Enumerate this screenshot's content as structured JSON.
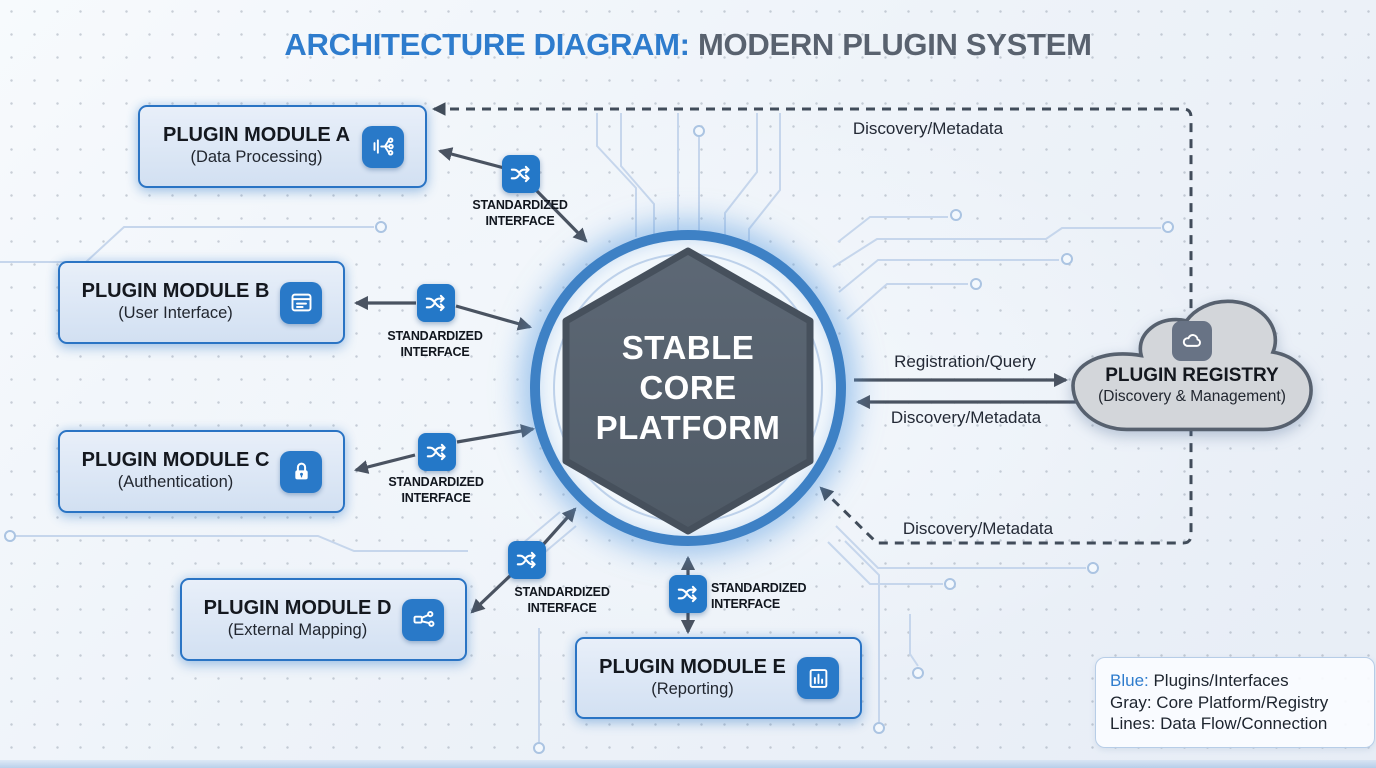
{
  "title": {
    "highlight": "ARCHITECTURE DIAGRAM:",
    "rest": " MODERN PLUGIN SYSTEM"
  },
  "core": {
    "name": "STABLE CORE PLATFORM",
    "lines": [
      "STABLE",
      "CORE",
      "PLATFORM"
    ]
  },
  "modules": [
    {
      "title": "PLUGIN MODULE A",
      "subtitle": "(Data Processing)",
      "icon": "data-processing-icon"
    },
    {
      "title": "PLUGIN MODULE B",
      "subtitle": "(User Interface)",
      "icon": "browser-window-icon"
    },
    {
      "title": "PLUGIN MODULE C",
      "subtitle": "(Authentication)",
      "icon": "lock-icon"
    },
    {
      "title": "PLUGIN MODULE D",
      "subtitle": "(External Mapping)",
      "icon": "node-mapping-icon"
    },
    {
      "title": "PLUGIN MODULE E",
      "subtitle": "(Reporting)",
      "icon": "bar-chart-icon"
    }
  ],
  "registry": {
    "title": "PLUGIN REGISTRY",
    "subtitle": "(Discovery & Management)",
    "icon": "cloud-icon"
  },
  "interface_badge": {
    "icon": "shuffle-icon",
    "line1": "STANDARDIZED",
    "line2": "INTERFACE"
  },
  "connections": {
    "registration_query": "Registration/Query",
    "discovery_metadata": "Discovery/Metadata"
  },
  "legend": {
    "items": [
      {
        "key": "Blue:",
        "text": " Plugins/Interfaces",
        "key_color": "#2e7ccd"
      },
      {
        "key": "Gray:",
        "text": " Core Platform/Registry",
        "key_color": "#1d242e"
      },
      {
        "key": "Lines:",
        "text": " Data Flow/Connection",
        "key_color": "#1d242e"
      }
    ]
  },
  "colors": {
    "plugin_blue": "#2a74c4",
    "interface_blue": "#2478c8",
    "core_slate": "#57616e",
    "ring_blue": "#3e81c5",
    "arrow_gray": "#4a5361",
    "dashed_gray": "#414c5a",
    "trace_blue": "#c6d6ec",
    "registry_gray": "#d3d6da",
    "title_blue": "#2e7ccd",
    "title_gray": "#59626f"
  }
}
